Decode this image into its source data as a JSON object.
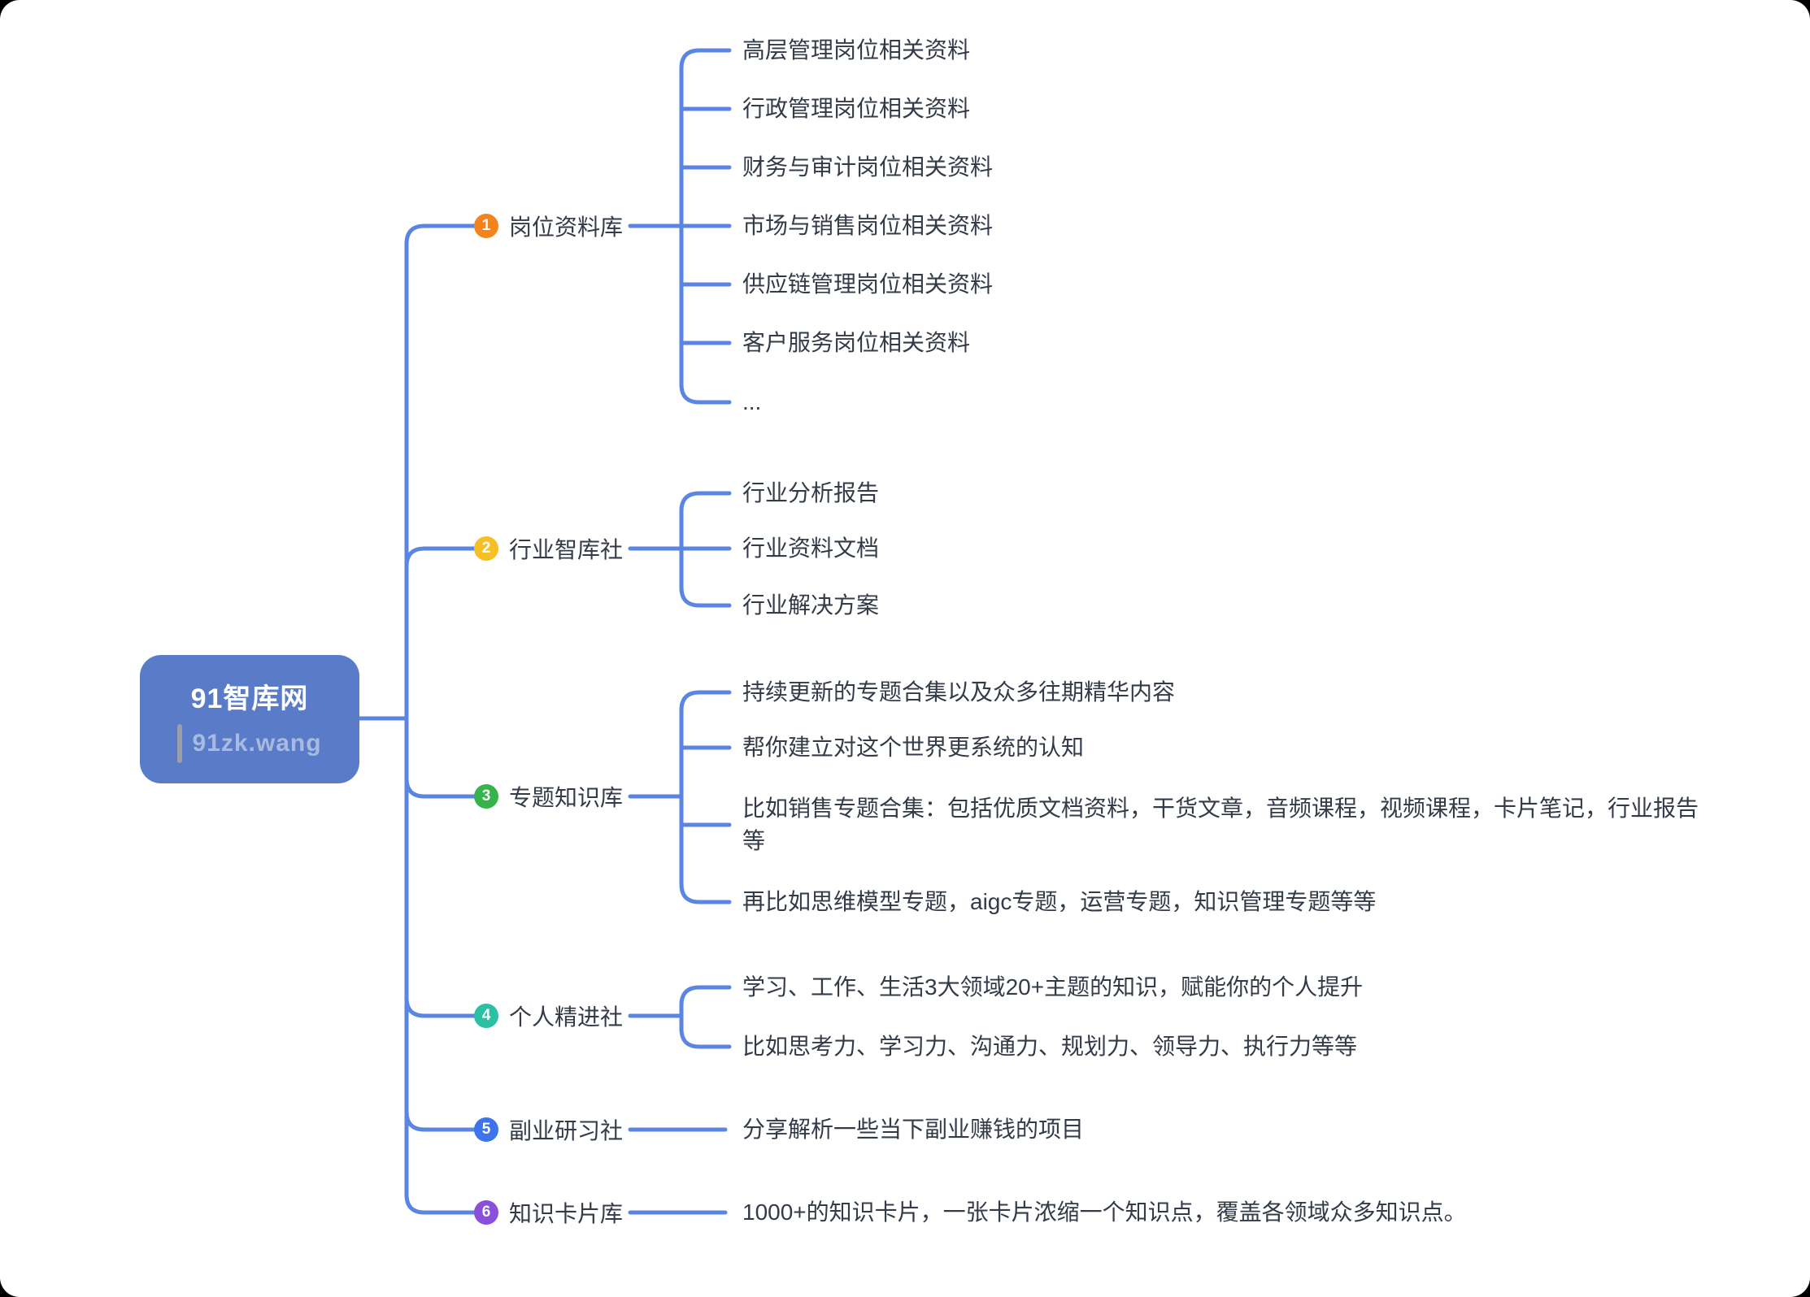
{
  "root": {
    "title": "91智库网",
    "subtitle": "91zk.wang"
  },
  "branches": [
    {
      "num": "1",
      "label": "岗位资料库",
      "badge_color": "#F5821D",
      "children": [
        "高层管理岗位相关资料",
        "行政管理岗位相关资料",
        "财务与审计岗位相关资料",
        "市场与销售岗位相关资料",
        "供应链管理岗位相关资料",
        "客户服务岗位相关资料",
        "..."
      ]
    },
    {
      "num": "2",
      "label": "行业智库社",
      "badge_color": "#F6BF26",
      "children": [
        "行业分析报告",
        "行业资料文档",
        "行业解决方案"
      ]
    },
    {
      "num": "3",
      "label": "专题知识库",
      "badge_color": "#36B34A",
      "children": [
        "持续更新的专题合集以及众多往期精华内容",
        "帮你建立对这个世界更系统的认知",
        "比如销售专题合集：包括优质文档资料，干货文章，音频课程，视频课程，卡片笔记，行业报告等",
        "再比如思维模型专题，aigc专题，运营专题，知识管理专题等等"
      ]
    },
    {
      "num": "4",
      "label": "个人精进社",
      "badge_color": "#2BBFA3",
      "children": [
        "学习、工作、生活3大领域20+主题的知识，赋能你的个人提升",
        "比如思考力、学习力、沟通力、规划力、领导力、执行力等等"
      ]
    },
    {
      "num": "5",
      "label": "副业研习社",
      "badge_color": "#3D74EE",
      "children": [
        "分享解析一些当下副业赚钱的项目"
      ]
    },
    {
      "num": "6",
      "label": "知识卡片库",
      "badge_color": "#8A4FDB",
      "children": [
        "1000+的知识卡片，一张卡片浓缩一个知识点，覆盖各领域众多知识点。"
      ]
    }
  ],
  "colors": {
    "edge": "#5B85E3",
    "root_fill": "#5A7CC8",
    "root_subtitle": "#A9BAE0",
    "text": "#333B48"
  }
}
